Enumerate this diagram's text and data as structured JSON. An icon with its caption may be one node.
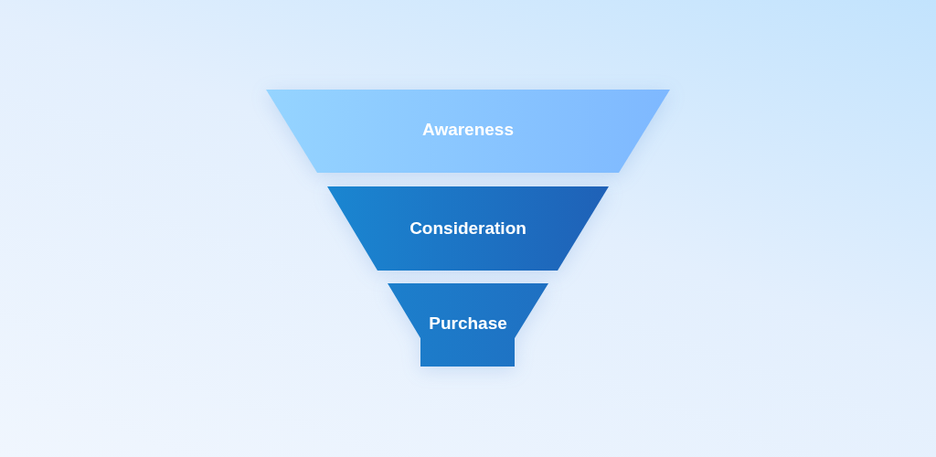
{
  "diagram": {
    "nodes": [
      {
        "text": [
          "Awareness"
        ]
      },
      {
        "text": [
          "Consideration"
        ]
      },
      {
        "text": [
          "Purchase"
        ]
      }
    ]
  }
}
